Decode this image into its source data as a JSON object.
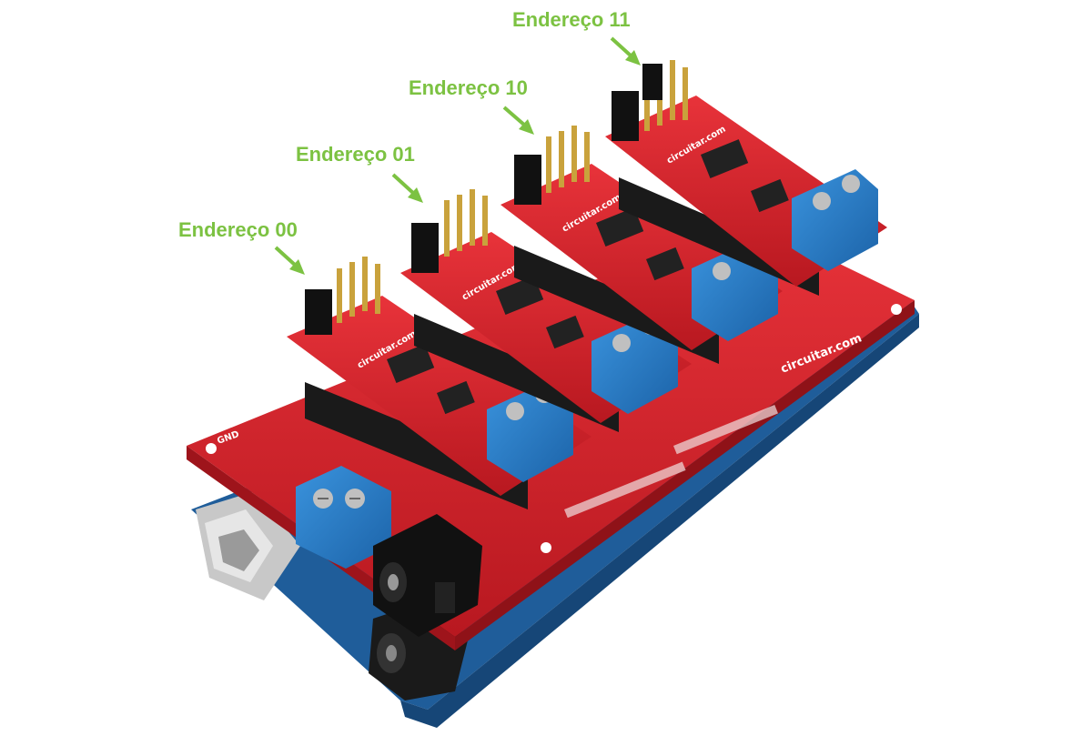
{
  "labels": {
    "addr_00": "Endereço 00",
    "addr_01": "Endereço 01",
    "addr_10": "Endereço 10",
    "addr_11": "Endereço 11"
  },
  "silkscreen": {
    "brand_small": "circuitar.com",
    "brand_large": "circuitar.com",
    "gnd": "GND"
  },
  "colors": {
    "label_green": "#7cc242",
    "board_red": "#d8202a",
    "arduino_blue": "#1f5d9a",
    "terminal_blue": "#2d7fc8"
  }
}
